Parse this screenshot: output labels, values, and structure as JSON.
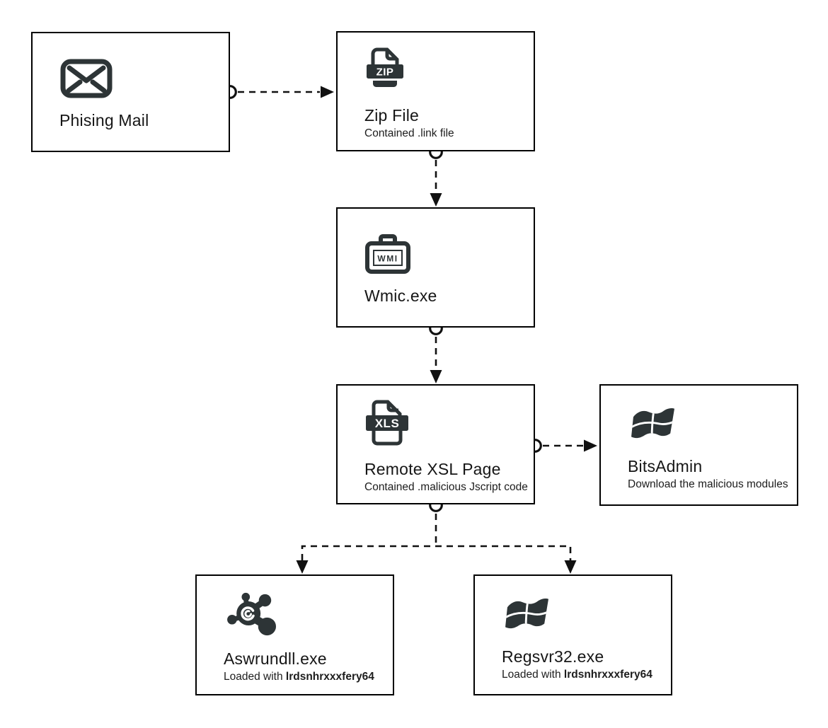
{
  "diagram": {
    "kind": "malware-attack-chain-flowchart",
    "colors": {
      "node_border": "#000000",
      "node_background": "#ffffff",
      "icon": "#2d3436",
      "text": "#1d1d1d",
      "connector": "#111111"
    },
    "nodes": {
      "phishing_mail": {
        "title": "Phising Mail",
        "subtitle": "",
        "icon": "mail-envelope-icon"
      },
      "zip_file": {
        "title": "Zip File",
        "subtitle": "Contained .link file",
        "icon": "zip-file-icon"
      },
      "wmic": {
        "title": "Wmic.exe",
        "subtitle": "",
        "icon": "wmi-briefcase-icon"
      },
      "remote_xsl_page": {
        "title": "Remote XSL Page",
        "subtitle": "Contained .malicious Jscript code",
        "icon": "xls-file-icon"
      },
      "bitsadmin": {
        "title": "BitsAdmin",
        "subtitle": "Download the malicious modules",
        "icon": "windows-flag-icon"
      },
      "aswrundll": {
        "title": "Aswrundll.exe",
        "subtitle_prefix": "Loaded with ",
        "subtitle_bold": "lrdsnhrxxxfery64",
        "icon": "avast-icon"
      },
      "regsvr32": {
        "title": "Regsvr32.exe",
        "subtitle_prefix": "Loaded with ",
        "subtitle_bold": "lrdsnhrxxxfery64",
        "icon": "windows-flag-icon"
      }
    },
    "icon_labels": {
      "zip": "ZIP",
      "wmi": "WMI",
      "xls": "XLS"
    },
    "edges": [
      {
        "from": "phishing_mail",
        "to": "zip_file",
        "style": "dashed-arrow-with-source-circle"
      },
      {
        "from": "zip_file",
        "to": "wmic",
        "style": "dashed-arrow-with-source-circle"
      },
      {
        "from": "wmic",
        "to": "remote_xsl_page",
        "style": "dashed-arrow-with-source-circle"
      },
      {
        "from": "remote_xsl_page",
        "to": "bitsadmin",
        "style": "dashed-arrow-with-source-circle"
      },
      {
        "from": "remote_xsl_page",
        "to": "aswrundll",
        "style": "dashed-arrow-with-source-circle"
      },
      {
        "from": "remote_xsl_page",
        "to": "regsvr32",
        "style": "dashed-arrow-with-source-circle"
      }
    ]
  }
}
